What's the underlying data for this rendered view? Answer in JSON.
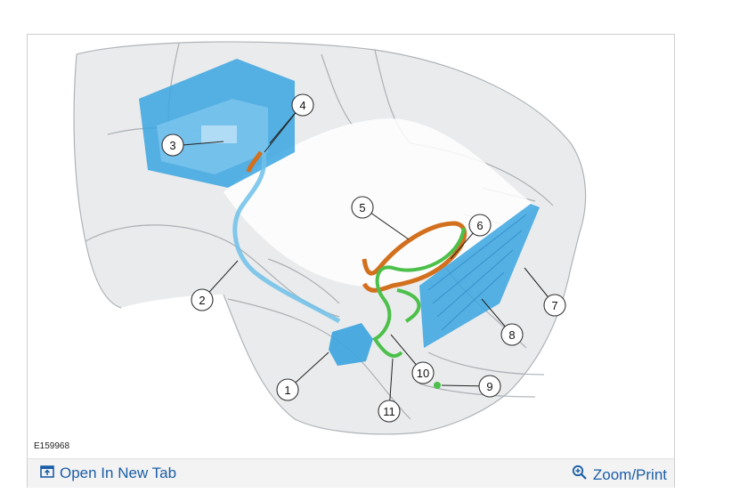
{
  "figure": {
    "id_label": "E159968",
    "callouts": [
      "1",
      "2",
      "3",
      "4",
      "5",
      "6",
      "7",
      "8",
      "9",
      "10",
      "11"
    ]
  },
  "toolbar": {
    "open_new_tab_label": "Open In New Tab",
    "zoom_print_label": "Zoom/Print",
    "open_new_tab_icon": "open-in-new-tab-icon",
    "zoom_icon": "magnifier-plus-icon"
  },
  "colors": {
    "link": "#1a5ea8",
    "component_blue": "#3aa4e0",
    "line_orange": "#d2701e",
    "line_green": "#4cc04a"
  }
}
